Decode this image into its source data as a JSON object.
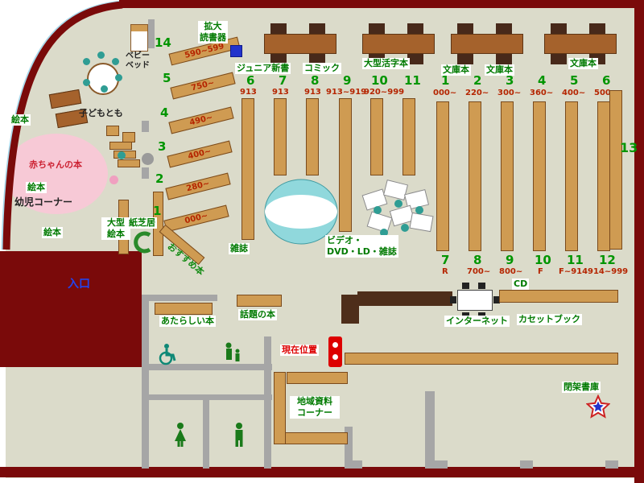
{
  "colors": {
    "wall": "#7a0a0a",
    "floor": "#dbdbca",
    "shelf": "#cf9b52",
    "green": "#007a00",
    "red_code": "#b52500",
    "marker": "#dd0000"
  },
  "labels": {
    "entrance": "入口",
    "current_location": "現在位置",
    "infant_corner": "幼児コーナー",
    "baby_books": "赤ちゃんの本",
    "kodomo_tomo": "子どもとも",
    "baby_bed": [
      "ベビー",
      "ベッド"
    ],
    "magnifier": [
      "拡大",
      "読書器"
    ],
    "junior_shinsho": "ジュニア新書",
    "comic": "コミック",
    "large_print": "大型活字本",
    "bunko_1": "文庫本",
    "bunko_2": "文庫本",
    "bunko_3": "文庫本",
    "magazine": "雑誌",
    "video": [
      "ビデオ・",
      "DVD・LD・雑誌"
    ],
    "recommended": "おすすめ本",
    "new_books": "あたらしい本",
    "topic_books": "話題の本",
    "internet": "インターネット",
    "cd": "CD",
    "cassette_book": "カセットブック",
    "local_corner": [
      "地域資料",
      "コーナー"
    ],
    "closed_stacks": "閉架書庫",
    "ehon_1": "絵本",
    "ehon_2": "絵本",
    "ehon_3": "絵本",
    "large_ehon": [
      "大型",
      "絵本"
    ],
    "kamishibai": "紙芝居",
    "shelf_13": "13"
  },
  "left_shelves": [
    {
      "num": "14",
      "range": "590~599"
    },
    {
      "num": "5",
      "range": "750~"
    },
    {
      "num": "4",
      "range": "490~"
    },
    {
      "num": "3",
      "range": "400~"
    },
    {
      "num": "2",
      "range": "280~"
    },
    {
      "num": "1",
      "range": "000~"
    }
  ],
  "group_a": [
    {
      "num": "6",
      "code": "913"
    },
    {
      "num": "7",
      "code": "913"
    },
    {
      "num": "8",
      "code": "913"
    },
    {
      "num": "9",
      "code": "913~919"
    },
    {
      "num": "10",
      "code": "920~999"
    },
    {
      "num": "11"
    }
  ],
  "group_b": [
    {
      "top_num": "1",
      "top_code": "000~",
      "bottom_num": "7",
      "bottom_code": "R"
    },
    {
      "top_num": "2",
      "top_code": "220~",
      "bottom_num": "8",
      "bottom_code": "700~"
    },
    {
      "top_num": "3",
      "top_code": "300~",
      "bottom_num": "9",
      "bottom_code": "800~"
    },
    {
      "top_num": "4",
      "top_code": "360~",
      "bottom_num": "10",
      "bottom_code": "F"
    },
    {
      "top_num": "5",
      "top_code": "400~",
      "bottom_num": "11",
      "bottom_code": "F~914"
    },
    {
      "top_num": "6",
      "top_code": "500~",
      "bottom_num": "12",
      "bottom_code": "914~999"
    }
  ]
}
